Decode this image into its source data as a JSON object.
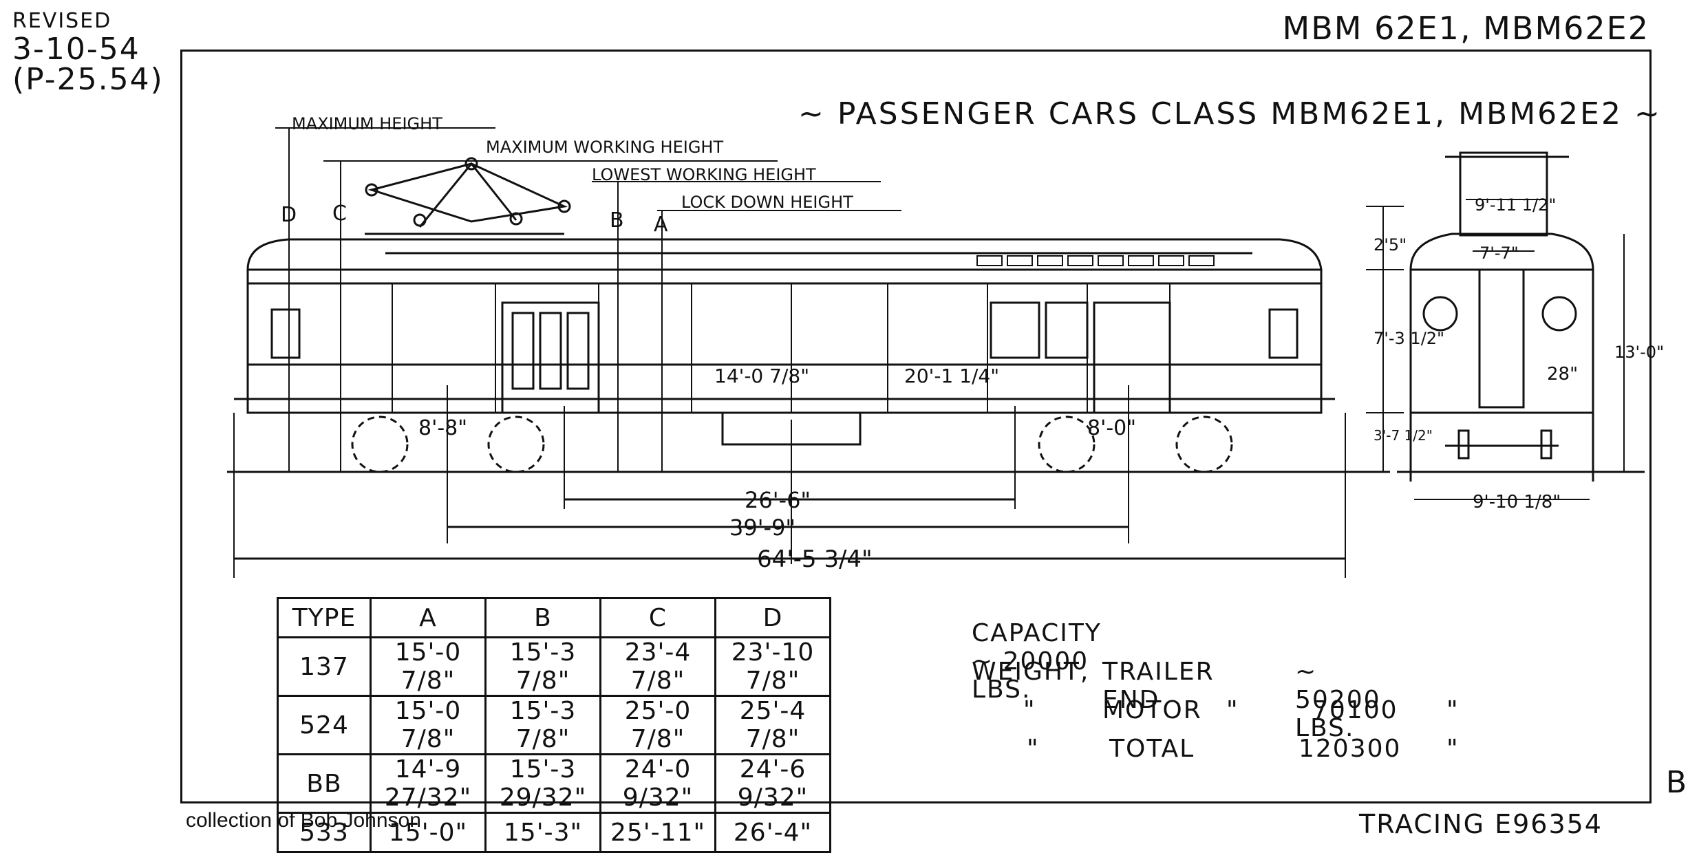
{
  "header": {
    "revised_label": "REVISED",
    "revised_date": "3-10-54",
    "revised_ref": "(P-25.54)",
    "code_top": "MBM 62E1, MBM62E2",
    "title": "~ PASSENGER CARS CLASS MBM62E1, MBM62E2 ~"
  },
  "height_labels": {
    "maximum_height": "MAXIMUM HEIGHT",
    "maximum_working_height": "MAXIMUM WORKING HEIGHT",
    "lowest_working_height": "LOWEST WORKING HEIGHT",
    "lock_down_height": "LOCK DOWN HEIGHT",
    "letters": [
      "D",
      "C",
      "B",
      "A"
    ]
  },
  "side_dimensions": {
    "wheelbase_front": "8'-8\"",
    "wheelbase_rear": "8'-0\"",
    "door_offset_1": "14'-0 7/8\"",
    "door_offset_2": "20'-1 1/4\"",
    "truck_centers_inner": "26'-6\"",
    "truck_centers": "39'-9\"",
    "overall_length": "64'-5 3/4\""
  },
  "end_dimensions": {
    "roof_width": "9'-11 1/2\"",
    "roof_inner": "7'-7\"",
    "roof_height": "2'5\"",
    "body_height": "7'-3 1/2\"",
    "floor_height": "3'-7 1/2\"",
    "overall_height": "13'-0\"",
    "step": "28\"",
    "overall_width": "9'-10 1/8\""
  },
  "table": {
    "headers": [
      "TYPE",
      "A",
      "B",
      "C",
      "D"
    ],
    "rows": [
      [
        "137",
        "15'-0 7/8\"",
        "15'-3 7/8\"",
        "23'-4 7/8\"",
        "23'-10 7/8\""
      ],
      [
        "524",
        "15'-0 7/8\"",
        "15'-3 7/8\"",
        "25'-0 7/8\"",
        "25'-4 7/8\""
      ],
      [
        "BB",
        "14'-9 27/32\"",
        "15'-3 29/32\"",
        "24'-0 9/32\"",
        "24'-6 9/32\""
      ],
      [
        "533",
        "15'-0\"",
        "15'-3\"",
        "25'-11\"",
        "26'-4\""
      ]
    ]
  },
  "specs": {
    "capacity": "CAPACITY ~ 20000 LBS.",
    "weight_label": "WEIGHT,",
    "trailer_label": "TRAILER END",
    "trailer_value": "~ 50200 LBS.",
    "motor_ditto": "\"",
    "motor_label": "MOTOR",
    "motor_ditto2": "\"",
    "motor_value": "70100",
    "motor_ditto3": "\"",
    "total_ditto": "\"",
    "total_label": "TOTAL",
    "total_value": "120300",
    "total_ditto2": "\""
  },
  "footer": {
    "credit": "collection of Bob Johnson",
    "tracing": "TRACING E96354",
    "corner": "B"
  }
}
